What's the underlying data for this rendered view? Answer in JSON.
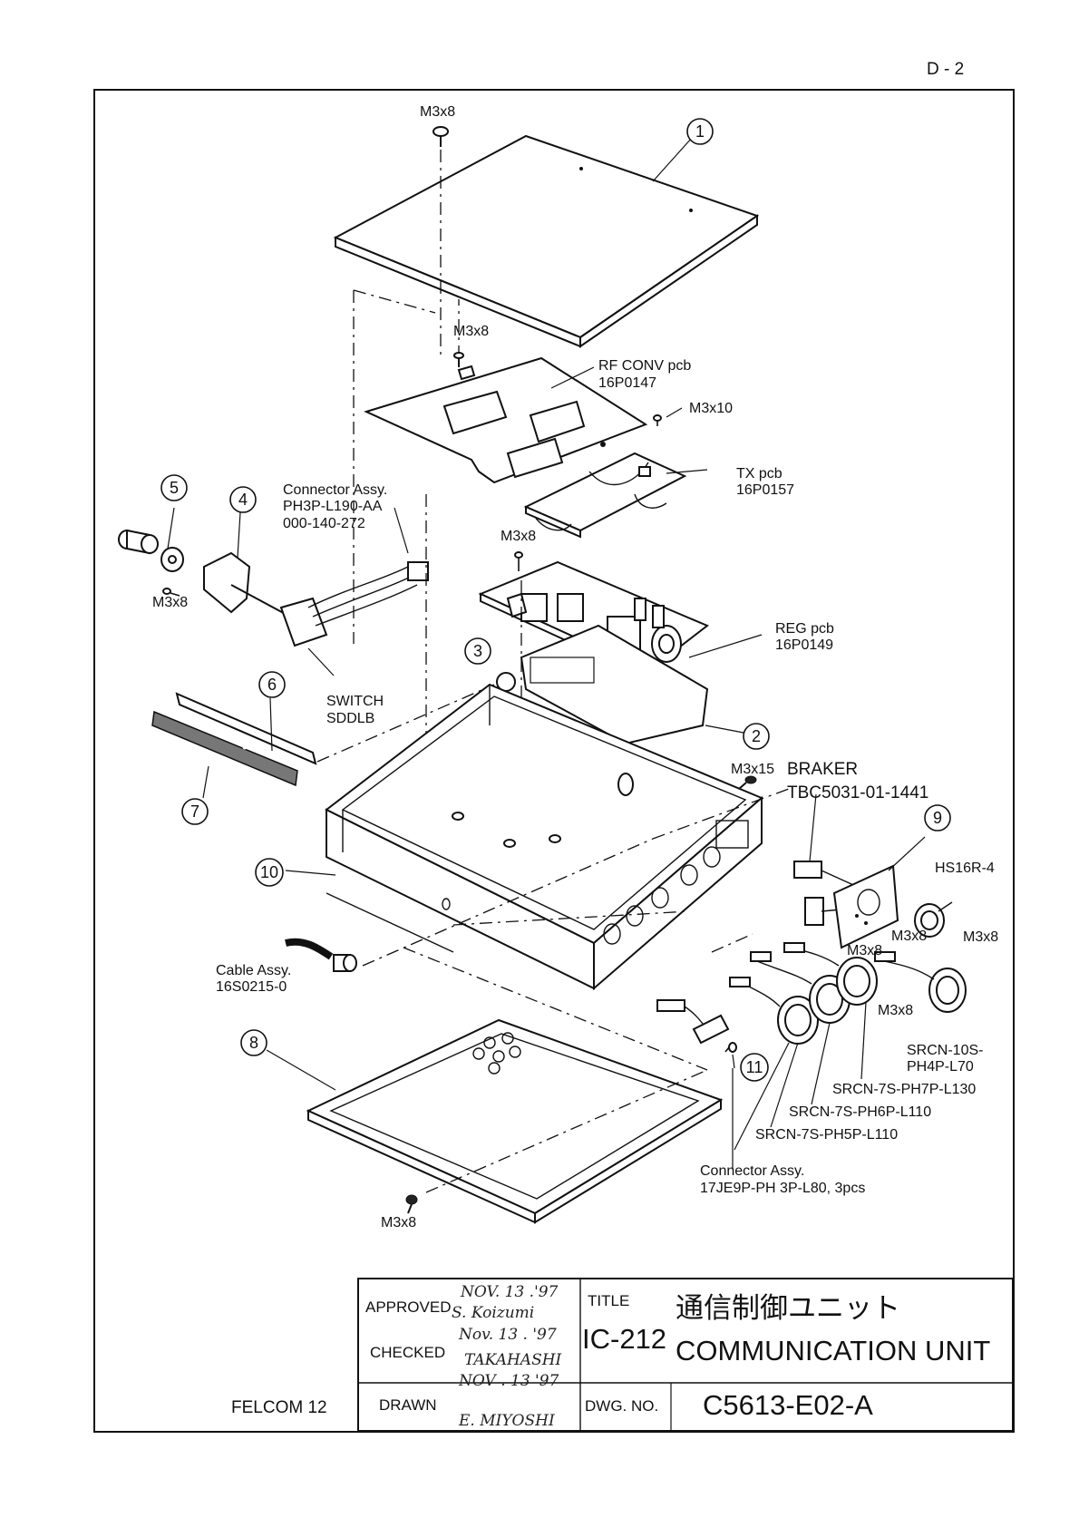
{
  "page_ref": "D - 2",
  "labels": {
    "screw_top": "M3x8",
    "screw_rfconv": "M3x8",
    "rf_conv_name": "RF CONV pcb",
    "rf_conv_code": "16P0147",
    "screw_tx": "M3x10",
    "tx_name": "TX pcb",
    "tx_code": "16P0157",
    "conn_assy_title": "Connector Assy.",
    "conn_assy_code1": "PH3P-L190-AA",
    "conn_assy_code2": "000-140-272",
    "screw_switch": "M3x8",
    "screw_reg": "M3x8",
    "switch_name": "SWITCH",
    "switch_code": "SDDLB",
    "reg_name": "REG pcb",
    "reg_code": "16P0149",
    "screw_braker": "M3x15",
    "braker_name": "BRAKER",
    "braker_code": "TBC5031-01-1441",
    "hs16r": "HS16R-4",
    "screw_hs1": "M3x8",
    "screw_hs2": "M3x8",
    "screw_hs3": "M3x8",
    "screw_srcn": "M3x8",
    "cable_assy_title": "Cable Assy.",
    "cable_assy_code": "16S0215-0",
    "srcn10_line1": "SRCN-10S-",
    "srcn10_line2": "PH4P-L70",
    "srcn7_ph7": "SRCN-7S-PH7P-L130",
    "srcn7_ph6": "SRCN-7S-PH6P-L110",
    "srcn7_ph5": "SRCN-7S-PH5P-L110",
    "conn17_title": "Connector Assy.",
    "conn17_code": "17JE9P-PH 3P-L80, 3pcs",
    "screw_bottom": "M3x8"
  },
  "callouts": [
    "1",
    "2",
    "3",
    "4",
    "5",
    "6",
    "7",
    "8",
    "9",
    "10",
    "11"
  ],
  "title_block": {
    "model": "FELCOM 12",
    "approved_label": "APPROVED",
    "checked_label": "CHECKED",
    "drawn_label": "DRAWN",
    "approved_date": "NOV. 13 .'97",
    "approved_name": "S. Koizumi",
    "checked_date": "Nov. 13 . '97",
    "checked_name": "TAKAHASHI",
    "drawn_date": "NOV . 13 '97",
    "drawn_name": "E. MIYOSHI",
    "title_label": "TITLE",
    "unit_code": "IC-212",
    "title_jp": "通信制御ユニット",
    "title_en": "COMMUNICATION UNIT",
    "dwg_no_label": "DWG. NO.",
    "dwg_no": "C5613-E02-A"
  }
}
